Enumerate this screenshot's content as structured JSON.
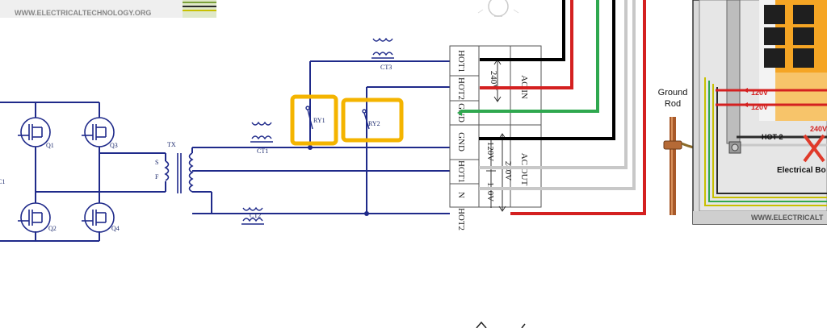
{
  "watermark_top": "WWW.ELECTRICALTECHNOLOGY.ORG",
  "watermark_bottom": "WWW.ELECTRICALT",
  "components": {
    "q1": "Q1",
    "q2": "Q2",
    "q3": "Q3",
    "q4": "Q4",
    "tx": "TX",
    "tx_s": "S",
    "tx_f": "F",
    "ct1": "CT1",
    "ct2": "CT2",
    "ct3": "CT3",
    "ry1": "RY1",
    "ry2": "RY2",
    "c1": "C1"
  },
  "terminal_block": {
    "ac_in": {
      "label": "AC IN",
      "voltage": "240V",
      "terminals": [
        "HOT1",
        "HOT2",
        "GND"
      ]
    },
    "ac_out": {
      "label": "AC OUT",
      "voltage": "240V",
      "half_voltage_top": "120V",
      "half_voltage_bottom": "120V",
      "terminals": [
        "GND",
        "HOT1",
        "N",
        "HOT2"
      ]
    }
  },
  "panel": {
    "ground_rod_line1": "Ground",
    "ground_rod_line2": "Rod",
    "v_120_a": "120V",
    "v_120_b": "120V",
    "v_240": "240V",
    "hot2": "HOT 2",
    "electrical_box": "Electrical Bo"
  },
  "colors": {
    "schematic_wire": "#1f2a8a",
    "highlight": "#f4b400",
    "hot_black": "#000000",
    "hot_red": "#d42020",
    "ground_green": "#2fa84f",
    "neutral_gray": "#c8c8c8"
  }
}
